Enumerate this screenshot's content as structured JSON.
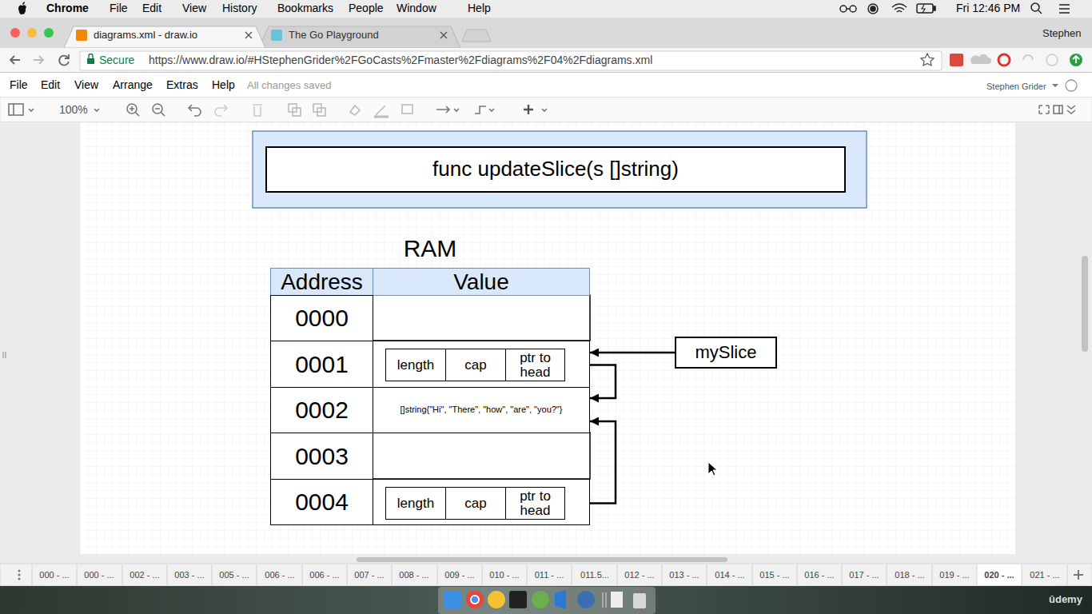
{
  "diagram": {
    "nodes": [
      {
        "text": [
          "func updateSlice(s []string)"
        ]
      },
      {
        "text": [
          "RAM"
        ]
      },
      {
        "text": [
          "Address"
        ],
        "in": 1
      },
      {
        "text": [
          "Value"
        ],
        "in": 1
      },
      {
        "text": [
          "0000"
        ],
        "in": 1
      },
      {
        "text": [
          "0001"
        ],
        "in": 1
      },
      {
        "text": [],
        "in": 1
      },
      {
        "text": [
          "length"
        ],
        "in": 6
      },
      {
        "text": [
          "cap"
        ],
        "in": 6
      },
      {
        "text": [
          "ptr to head"
        ],
        "in": 6
      },
      {
        "text": [
          "0002"
        ],
        "in": 1
      },
      {
        "text": [
          "[]string{\"Hi\", \"There\", \"how\", \"are\", \"you?\"}"
        ],
        "in": 1
      },
      {
        "text": [
          "0003"
        ],
        "in": 1
      },
      {
        "text": [
          "0004"
        ],
        "in": 1
      },
      {
        "text": [],
        "in": 1
      },
      {
        "text": [
          "length"
        ],
        "in": 14
      },
      {
        "text": [
          "cap"
        ],
        "in": 14
      },
      {
        "text": [
          "ptr to head"
        ],
        "in": 14
      },
      {
        "text": [
          "mySlice"
        ]
      }
    ],
    "edges": [
      {
        "from": 18,
        "to": 6,
        "arrow": "to"
      },
      {
        "from": 9,
        "to": 11,
        "arrow": "to"
      },
      {
        "from": 17,
        "to": 11,
        "arrow": "to"
      }
    ],
    "labels": [
      "Chrome",
      "File",
      "Edit",
      "View",
      "History",
      "Bookmarks",
      "People",
      "Window",
      "Help",
      "Fri 12:46 PM",
      "diagrams.xml - draw.io",
      "The Go Playground",
      "Stephen",
      "Secure",
      "https://www.draw.io/#HStephenGrider%2FGoCasts%2Fmaster%2Fdiagrams%2F04%2Fdiagrams.xml",
      "File",
      "Edit",
      "View",
      "Arrange",
      "Extras",
      "Help",
      "All changes saved",
      "Stephen Grider",
      "100%",
      "000 - ...",
      "000 - ...",
      "002 - ...",
      "003 - ...",
      "005 - ...",
      "006 - ...",
      "006 - ...",
      "007 - ...",
      "008 - ...",
      "009 - ...",
      "010 - ...",
      "011 - ...",
      "011.5...",
      "012 - ...",
      "013 - ...",
      "014 - ...",
      "015 - ...",
      "016 - ...",
      "017 - ...",
      "018 - ...",
      "019 - ...",
      "020 - ...",
      "021 - ...",
      "ûdemy"
    ]
  }
}
